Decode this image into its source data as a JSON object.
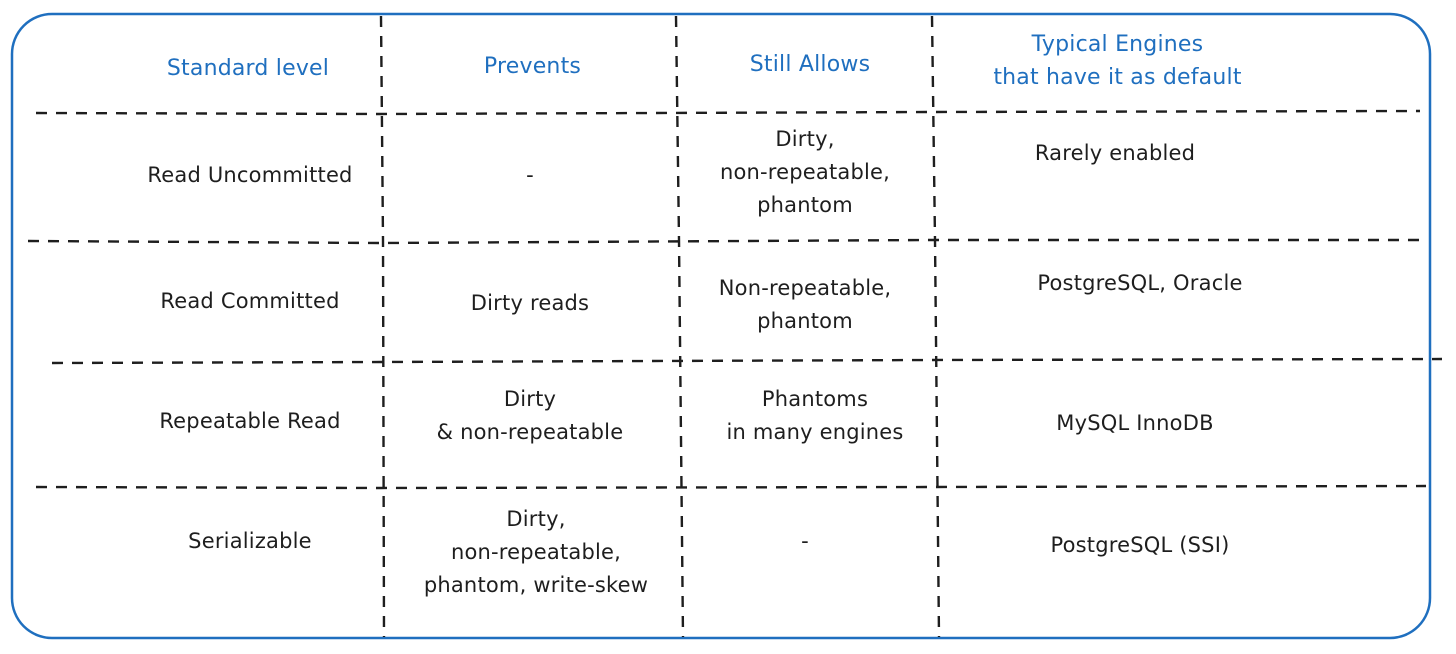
{
  "colors": {
    "border": "#1f6fbf",
    "header_text": "#1f6fbf",
    "body_text": "#1e1e1e",
    "dashed_lines": "#1e1e1e"
  },
  "headers": [
    {
      "lines": [
        "Standard level"
      ]
    },
    {
      "lines": [
        "Prevents"
      ]
    },
    {
      "lines": [
        "Still Allows"
      ]
    },
    {
      "lines": [
        "Typical Engines",
        "that have it as default"
      ]
    }
  ],
  "rows": [
    {
      "level": {
        "lines": [
          "Read Uncommitted"
        ]
      },
      "prevents": {
        "lines": [
          "-"
        ]
      },
      "allows": {
        "lines": [
          "Dirty,",
          "non-repeatable,",
          "phantom"
        ]
      },
      "engines": {
        "lines": [
          "Rarely enabled"
        ]
      }
    },
    {
      "level": {
        "lines": [
          "Read Committed"
        ]
      },
      "prevents": {
        "lines": [
          "Dirty reads"
        ]
      },
      "allows": {
        "lines": [
          "Non-repeatable,",
          "phantom"
        ]
      },
      "engines": {
        "lines": [
          "PostgreSQL, Oracle"
        ]
      }
    },
    {
      "level": {
        "lines": [
          "Repeatable Read"
        ]
      },
      "prevents": {
        "lines": [
          "Dirty",
          "& non-repeatable"
        ]
      },
      "allows": {
        "lines": [
          "Phantoms",
          "in many engines"
        ]
      },
      "engines": {
        "lines": [
          "MySQL InnoDB"
        ]
      }
    },
    {
      "level": {
        "lines": [
          "Serializable"
        ]
      },
      "prevents": {
        "lines": [
          "Dirty,",
          "non-repeatable,",
          "phantom, write-skew"
        ]
      },
      "allows": {
        "lines": [
          "-"
        ]
      },
      "engines": {
        "lines": [
          "PostgreSQL (SSI)"
        ]
      }
    }
  ]
}
